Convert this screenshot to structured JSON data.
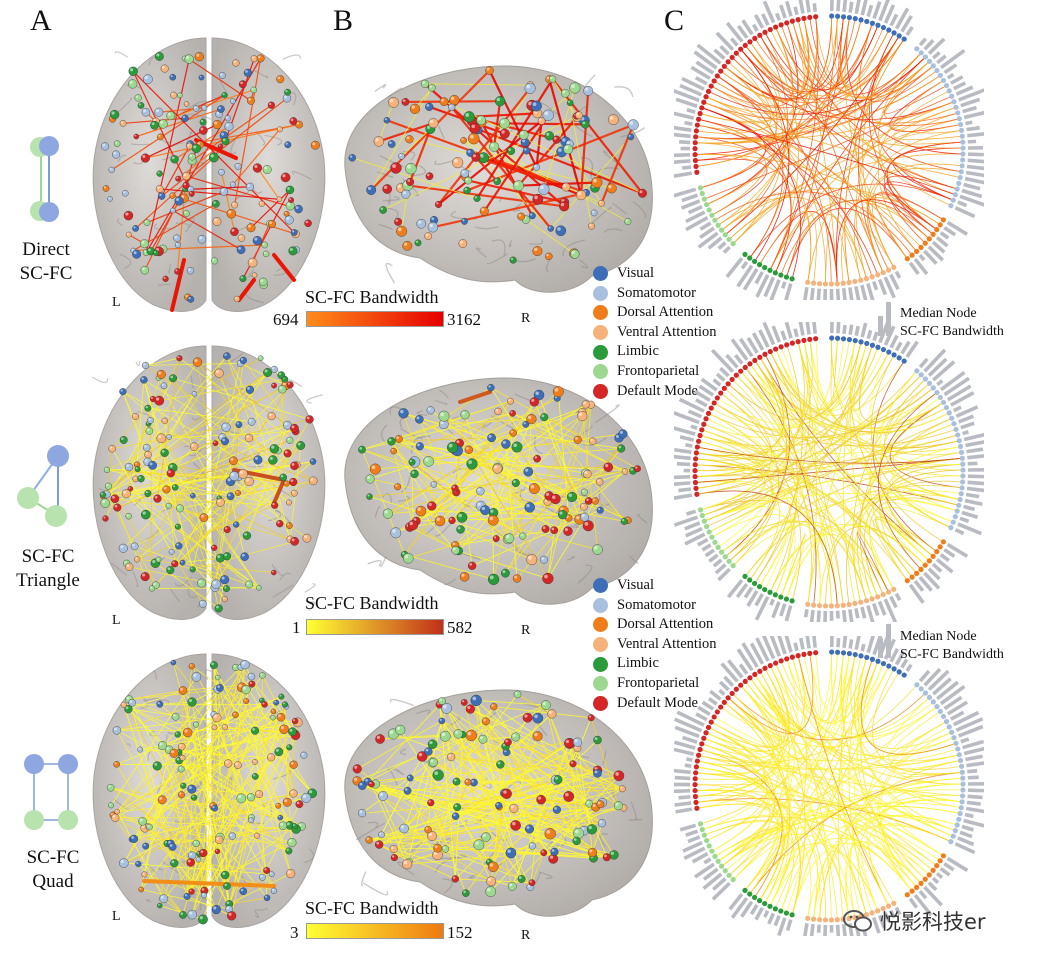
{
  "panels": {
    "a": "A",
    "b": "B",
    "c": "C"
  },
  "rows": [
    {
      "line1": "Direct",
      "line2": "SC-FC"
    },
    {
      "line1": "SC-FC",
      "line2": "Triangle"
    },
    {
      "line1": "SC-FC",
      "line2": "Quad"
    }
  ],
  "hemi": {
    "left": "L",
    "right": "R"
  },
  "colorbars": [
    {
      "title": "SC-FC Bandwidth",
      "min": "694",
      "max": "3162",
      "from": "#ff8c1a",
      "to": "#e60000"
    },
    {
      "title": "SC-FC Bandwidth",
      "min": "1",
      "max": "582",
      "from": "#ffff33",
      "to": "#c0301a"
    },
    {
      "title": "SC-FC Bandwidth",
      "min": "3",
      "max": "152",
      "from": "#ffff33",
      "to": "#ee7a12"
    }
  ],
  "legend": [
    {
      "label": "Visual",
      "color": "#3d6eb7"
    },
    {
      "label": "Somatomotor",
      "color": "#a8c0de"
    },
    {
      "label": "Dorsal Attention",
      "color": "#ef7d1c"
    },
    {
      "label": "Ventral Attention",
      "color": "#f5b27a"
    },
    {
      "label": "Limbic",
      "color": "#2a9a3a"
    },
    {
      "label": "Frontoparietal",
      "color": "#9cd88f"
    },
    {
      "label": "Default Mode",
      "color": "#d42626"
    }
  ],
  "median_node": {
    "line1": "Median Node",
    "line2": "SC-FC Bandwidth"
  },
  "watermark": "悦影科技er"
}
